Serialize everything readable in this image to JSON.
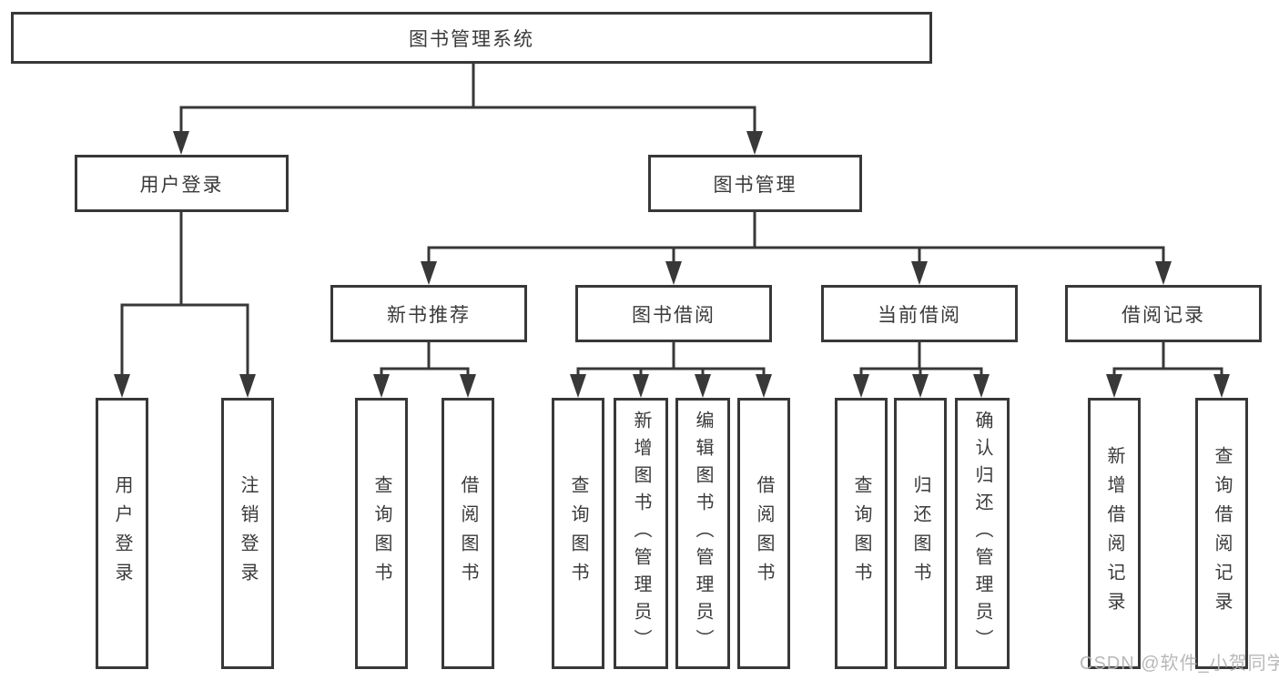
{
  "colors": {
    "line": "#383838",
    "text": "#3a3a3a",
    "background": "#ffffff",
    "watermark": "#b3b3b6"
  },
  "watermark": {
    "text": "CSDN @软件_小贺同学"
  },
  "tree": {
    "root": {
      "label": "图书管理系统",
      "children": [
        {
          "label": "用户登录",
          "children": [
            {
              "label": "用户登录"
            },
            {
              "label": "注销登录"
            }
          ]
        },
        {
          "label": "图书管理",
          "children": [
            {
              "label": "新书推荐",
              "children": [
                {
                  "label": "查询图书"
                },
                {
                  "label": "借阅图书"
                }
              ]
            },
            {
              "label": "图书借阅",
              "children": [
                {
                  "label": "查询图书"
                },
                {
                  "label": "新增图书（管理员）"
                },
                {
                  "label": "编辑图书（管理员）"
                },
                {
                  "label": "借阅图书"
                }
              ]
            },
            {
              "label": "当前借阅",
              "children": [
                {
                  "label": "查询图书"
                },
                {
                  "label": "归还图书"
                },
                {
                  "label": "确认归还（管理员）"
                }
              ]
            },
            {
              "label": "借阅记录",
              "children": [
                {
                  "label": "新增借阅记录"
                },
                {
                  "label": "查询借阅记录"
                }
              ]
            }
          ]
        }
      ]
    }
  }
}
